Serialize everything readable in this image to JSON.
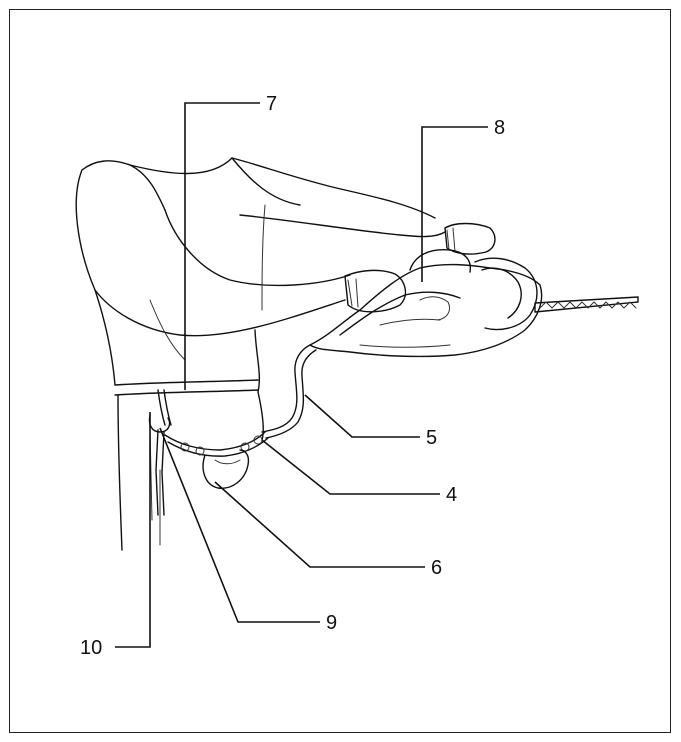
{
  "figure": {
    "callouts": [
      {
        "id": "callout-7",
        "text": "7"
      },
      {
        "id": "callout-8",
        "text": "8"
      },
      {
        "id": "callout-5",
        "text": "5"
      },
      {
        "id": "callout-4",
        "text": "4"
      },
      {
        "id": "callout-6",
        "text": "6"
      },
      {
        "id": "callout-9",
        "text": "9"
      },
      {
        "id": "callout-10",
        "text": "10"
      }
    ]
  }
}
